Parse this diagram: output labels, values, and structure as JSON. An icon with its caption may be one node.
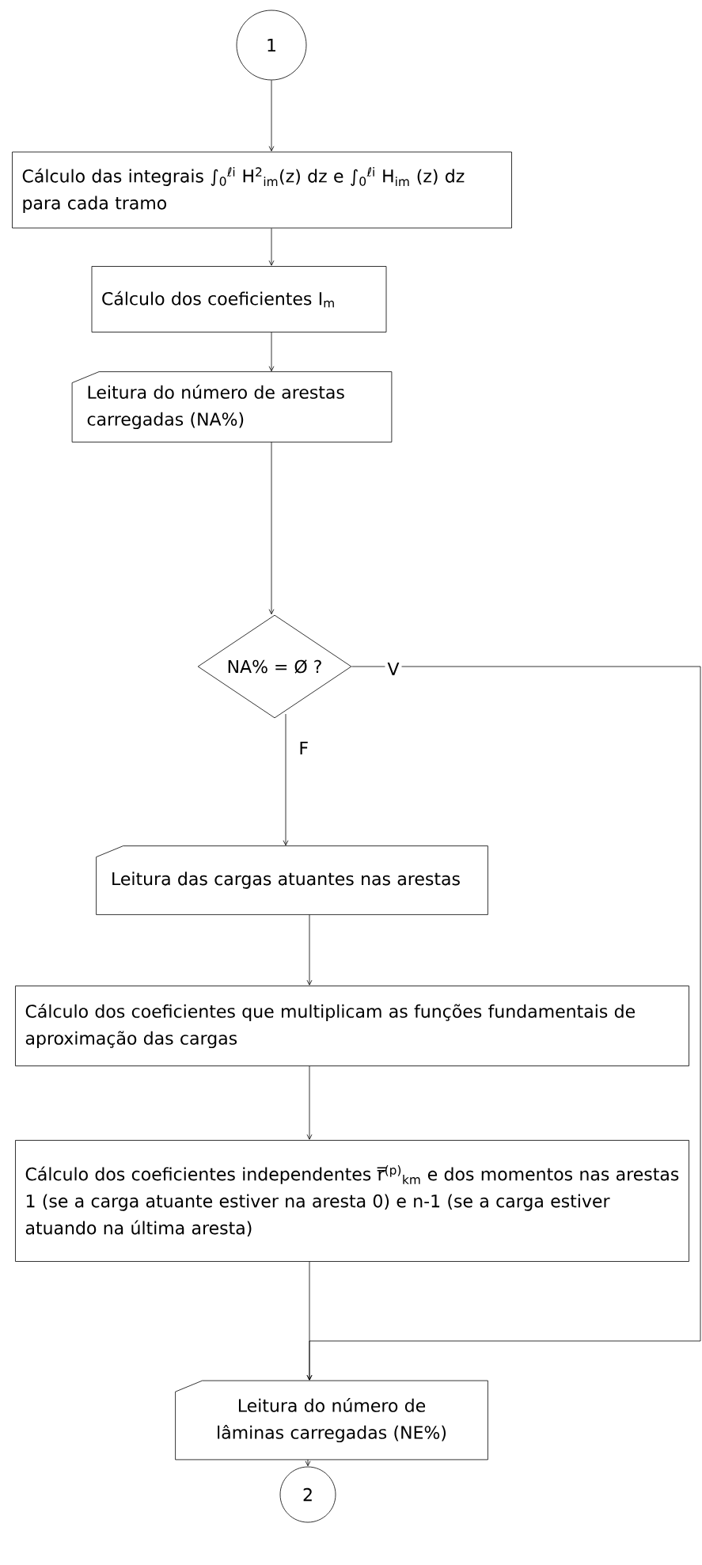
{
  "diagram": {
    "nodes": [
      {
        "text": [
          "1"
        ]
      },
      {
        "text": [
          "Cálculo das integrais ∫$_{0}$$^{ℓi}$ H$^{2}$$_{im}$(z) dz e ∫$_{0}$$^{ℓi}$ H$_{im}$ (z) dz para cada tramo"
        ]
      },
      {
        "text": [
          "Cálculo dos coeficientes I$_{m}$"
        ]
      },
      {
        "text": [
          "Leitura do número de arestas carregadas (NA%)"
        ]
      },
      {
        "text": [
          "NA% = Ø ?"
        ]
      },
      {
        "text": [
          "Leitura das cargas atuantes nas arestas"
        ]
      },
      {
        "text": [
          "Cálculo dos coeficientes que multiplicam as funções fundamentais de aproximação das cargas"
        ]
      },
      {
        "text": [
          "Cálculo dos coeficientes independentes r̿$^{(p)}$$_{km}$ e dos momentos nas arestas 1 (se a carga atuante estiver na aresta 0) e n-1 (se a carga estiver atuando na última aresta)"
        ]
      },
      {
        "text": [
          "Leitura do número de lâminas carregadas (NE%)"
        ]
      },
      {
        "text": [
          "2"
        ]
      }
    ],
    "edges": [
      {
        "from": 0,
        "to": 1,
        "arrow": "to"
      },
      {
        "from": 1,
        "to": 2,
        "arrow": "to"
      },
      {
        "from": 2,
        "to": 3,
        "arrow": "to"
      },
      {
        "from": 3,
        "to": 4,
        "arrow": "to"
      },
      {
        "from": 4,
        "to": 5,
        "arrow": "to",
        "label": "F"
      },
      {
        "from": 5,
        "to": 6,
        "arrow": "to"
      },
      {
        "from": 6,
        "to": 7,
        "arrow": "to"
      },
      {
        "from": 7,
        "to": 8,
        "arrow": "to"
      },
      {
        "from": 4,
        "to": 8,
        "arrow": "to",
        "label": "V"
      },
      {
        "from": 8,
        "to": 9,
        "arrow": "to"
      }
    ]
  }
}
